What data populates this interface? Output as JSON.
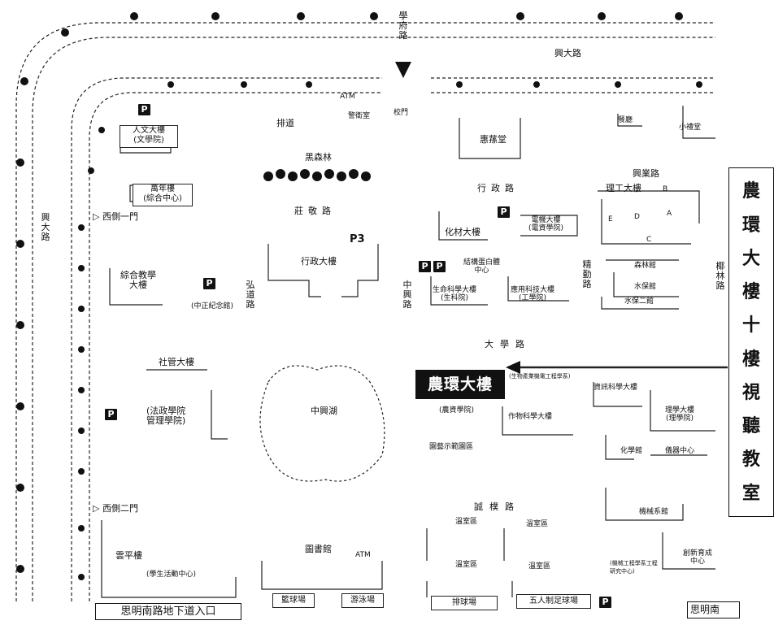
{
  "title": "農環大樓十樓視聽教室",
  "callout_chars": [
    "農",
    "環",
    "大",
    "樓",
    "十",
    "樓",
    "視",
    "聽",
    "教",
    "室"
  ],
  "highlight": "農環大樓",
  "buildings": {
    "humanities": "人文大樓",
    "humanities_sub": "(文學院)",
    "wanyu": "萬年樓",
    "wanyu_sub": "(綜合中心)",
    "teaching": "綜合教學",
    "teaching2": "大樓",
    "admin": "行政大樓",
    "social": "社管大樓",
    "social_sub1": "(法政學院",
    "social_sub2": "管理學院)",
    "yunping": "雲平樓",
    "yunping_sub": "(學生活動中心)",
    "library": "圖書館",
    "lake": "中興湖",
    "huisun": "惠蓀堂",
    "chem_bldg": "化材大樓",
    "electrical": "電機大樓",
    "electrical_sub": "(電資學院)",
    "protein": "結構蛋白體",
    "protein2": "中心",
    "lifesci": "生命科學大樓",
    "lifesci_sub": "(生科院)",
    "appsci": "應用科技大樓",
    "appsci_sub": "(工學院)",
    "env_sub": "(農資學院)",
    "crop": "作物科學大樓",
    "garden": "園藝示範園區",
    "sci_eng": "理工大樓",
    "forest": "森林館",
    "water": "水保館",
    "water2": "水保二館",
    "info_sci": "資訊科學大樓",
    "science": "理學大樓",
    "science_sub": "(理學院)",
    "chem": "化學館",
    "hardware": "儀器中心",
    "mech": "機械系館",
    "innov": "創新育成",
    "innov2": "中心",
    "green1": "溫室區",
    "green2": "溫室區",
    "green3": "溫室區",
    "green4": "溫室區",
    "xiaoli": "小禮堂",
    "dining": "餐廳",
    "guard": "警衛室",
    "gate": "校門",
    "basket": "籃球場",
    "swim": "游泳場",
    "tennis": "排球場",
    "soccer": "五人制足球場",
    "pg_center": "(中正紀念館)",
    "e_label": "E",
    "d_label": "D",
    "a_label": "A",
    "b_label": "B",
    "c_label": "C",
    "env_note": "(生物產業機電工程學系)",
    "mech_note": "(機械工程學系工程研究中心)"
  },
  "roads": {
    "xingda_top": "興大路",
    "xingda_left": "興大路",
    "xuefu": "學府路",
    "hongyan": "弘道路",
    "zhongxing": "中興路",
    "daxue": "大學路",
    "chengqin": "誠樸路",
    "jingqin": "精勤路",
    "xingye": "興業路",
    "yehlin": "椰林路",
    "xingzheng": "行政路",
    "zhuangjing": "莊敬路",
    "black_forest": "黑森林",
    "bianlu": "排道",
    "xili1": "西側一門",
    "xili2": "西側二門",
    "atm1": "ATM",
    "atm2": "ATM",
    "p3": "P3"
  },
  "entrance_left": "思明南路地下道入口",
  "entrance_right": "思明南"
}
